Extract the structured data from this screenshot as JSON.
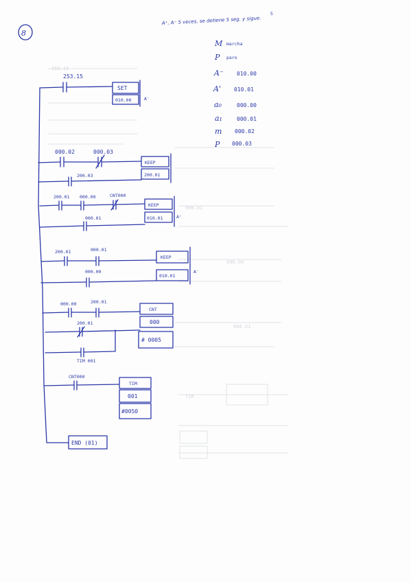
{
  "page_number": "8",
  "header": {
    "title": "A⁺, A⁻  5 veces, se detiene 5 seg. y sigue.",
    "small_mark": "5"
  },
  "legend": [
    {
      "key": "M",
      "desc": "marcha",
      "addr": ""
    },
    {
      "key": "P",
      "desc": "paro",
      "addr": ""
    },
    {
      "key": "A⁻",
      "desc": "",
      "addr": "010.00"
    },
    {
      "key": "A'",
      "desc": "",
      "addr": "010.01"
    },
    {
      "key": "a₀",
      "desc": "",
      "addr": "000.00"
    },
    {
      "key": "a₁",
      "desc": "",
      "addr": "000.01"
    },
    {
      "key": "m",
      "desc": "",
      "addr": "000.02"
    },
    {
      "key": "P",
      "desc": "",
      "addr": "000.03"
    }
  ],
  "rungs": {
    "r1": {
      "contact": "253.15",
      "coil_top": "SET",
      "coil_bottom": "010.00",
      "note": "A⁻"
    },
    "r2": {
      "contact_a": "000.02",
      "contact_b": "000.03",
      "contact_c": "200.03",
      "coil_top": "KEEP",
      "coil_bottom": "200.01"
    },
    "r3": {
      "contact_a": "200.01",
      "contact_b": "000.00",
      "contact_c": "CNT000",
      "contact_d": "000.01",
      "coil_top": "KEEP",
      "coil_bottom": "010.01",
      "note": "A⁺"
    },
    "r4": {
      "contact_a": "200.01",
      "contact_b": "000.01",
      "contact_c": "000.00",
      "coil_top": "KEEP",
      "coil_bottom": "010.01",
      "note": "A⁻"
    },
    "r5": {
      "contact_a": "000.00",
      "contact_b": "200.01",
      "contact_c": "200.01",
      "contact_d": "TIM 001",
      "block_title": "CNT",
      "block_num": "000",
      "block_set": "# 0005"
    },
    "r6": {
      "contact": "CNT000",
      "block_title": "TIM",
      "block_num": "001",
      "block_set": "#0050"
    },
    "end": {
      "label": "END (01)"
    }
  }
}
